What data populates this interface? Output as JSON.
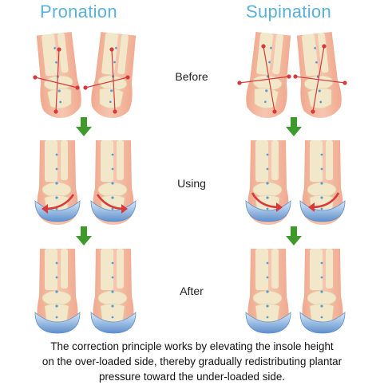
{
  "columns": {
    "left_title": "Pronation",
    "right_title": "Supination"
  },
  "stages": {
    "before": "Before",
    "using": "Using",
    "after": "After"
  },
  "caption": {
    "line1": "The correction principle works by elevating the insole height",
    "line2": "on the over-loaded side, thereby gradually redistributing plantar",
    "line3": "pressure toward the under-loaded side."
  },
  "colors": {
    "title": "#5ab0d8",
    "skin": "#f4b9a2",
    "bone": "#f2e8c9",
    "arrow_green": "#3f9a2c",
    "axis_red": "#d63a3a",
    "insole_blue": "#7faad8",
    "joint_blue": "#5b9bd5"
  },
  "icons": [
    "down-arrow-icon",
    "curved-arrow-icon"
  ]
}
